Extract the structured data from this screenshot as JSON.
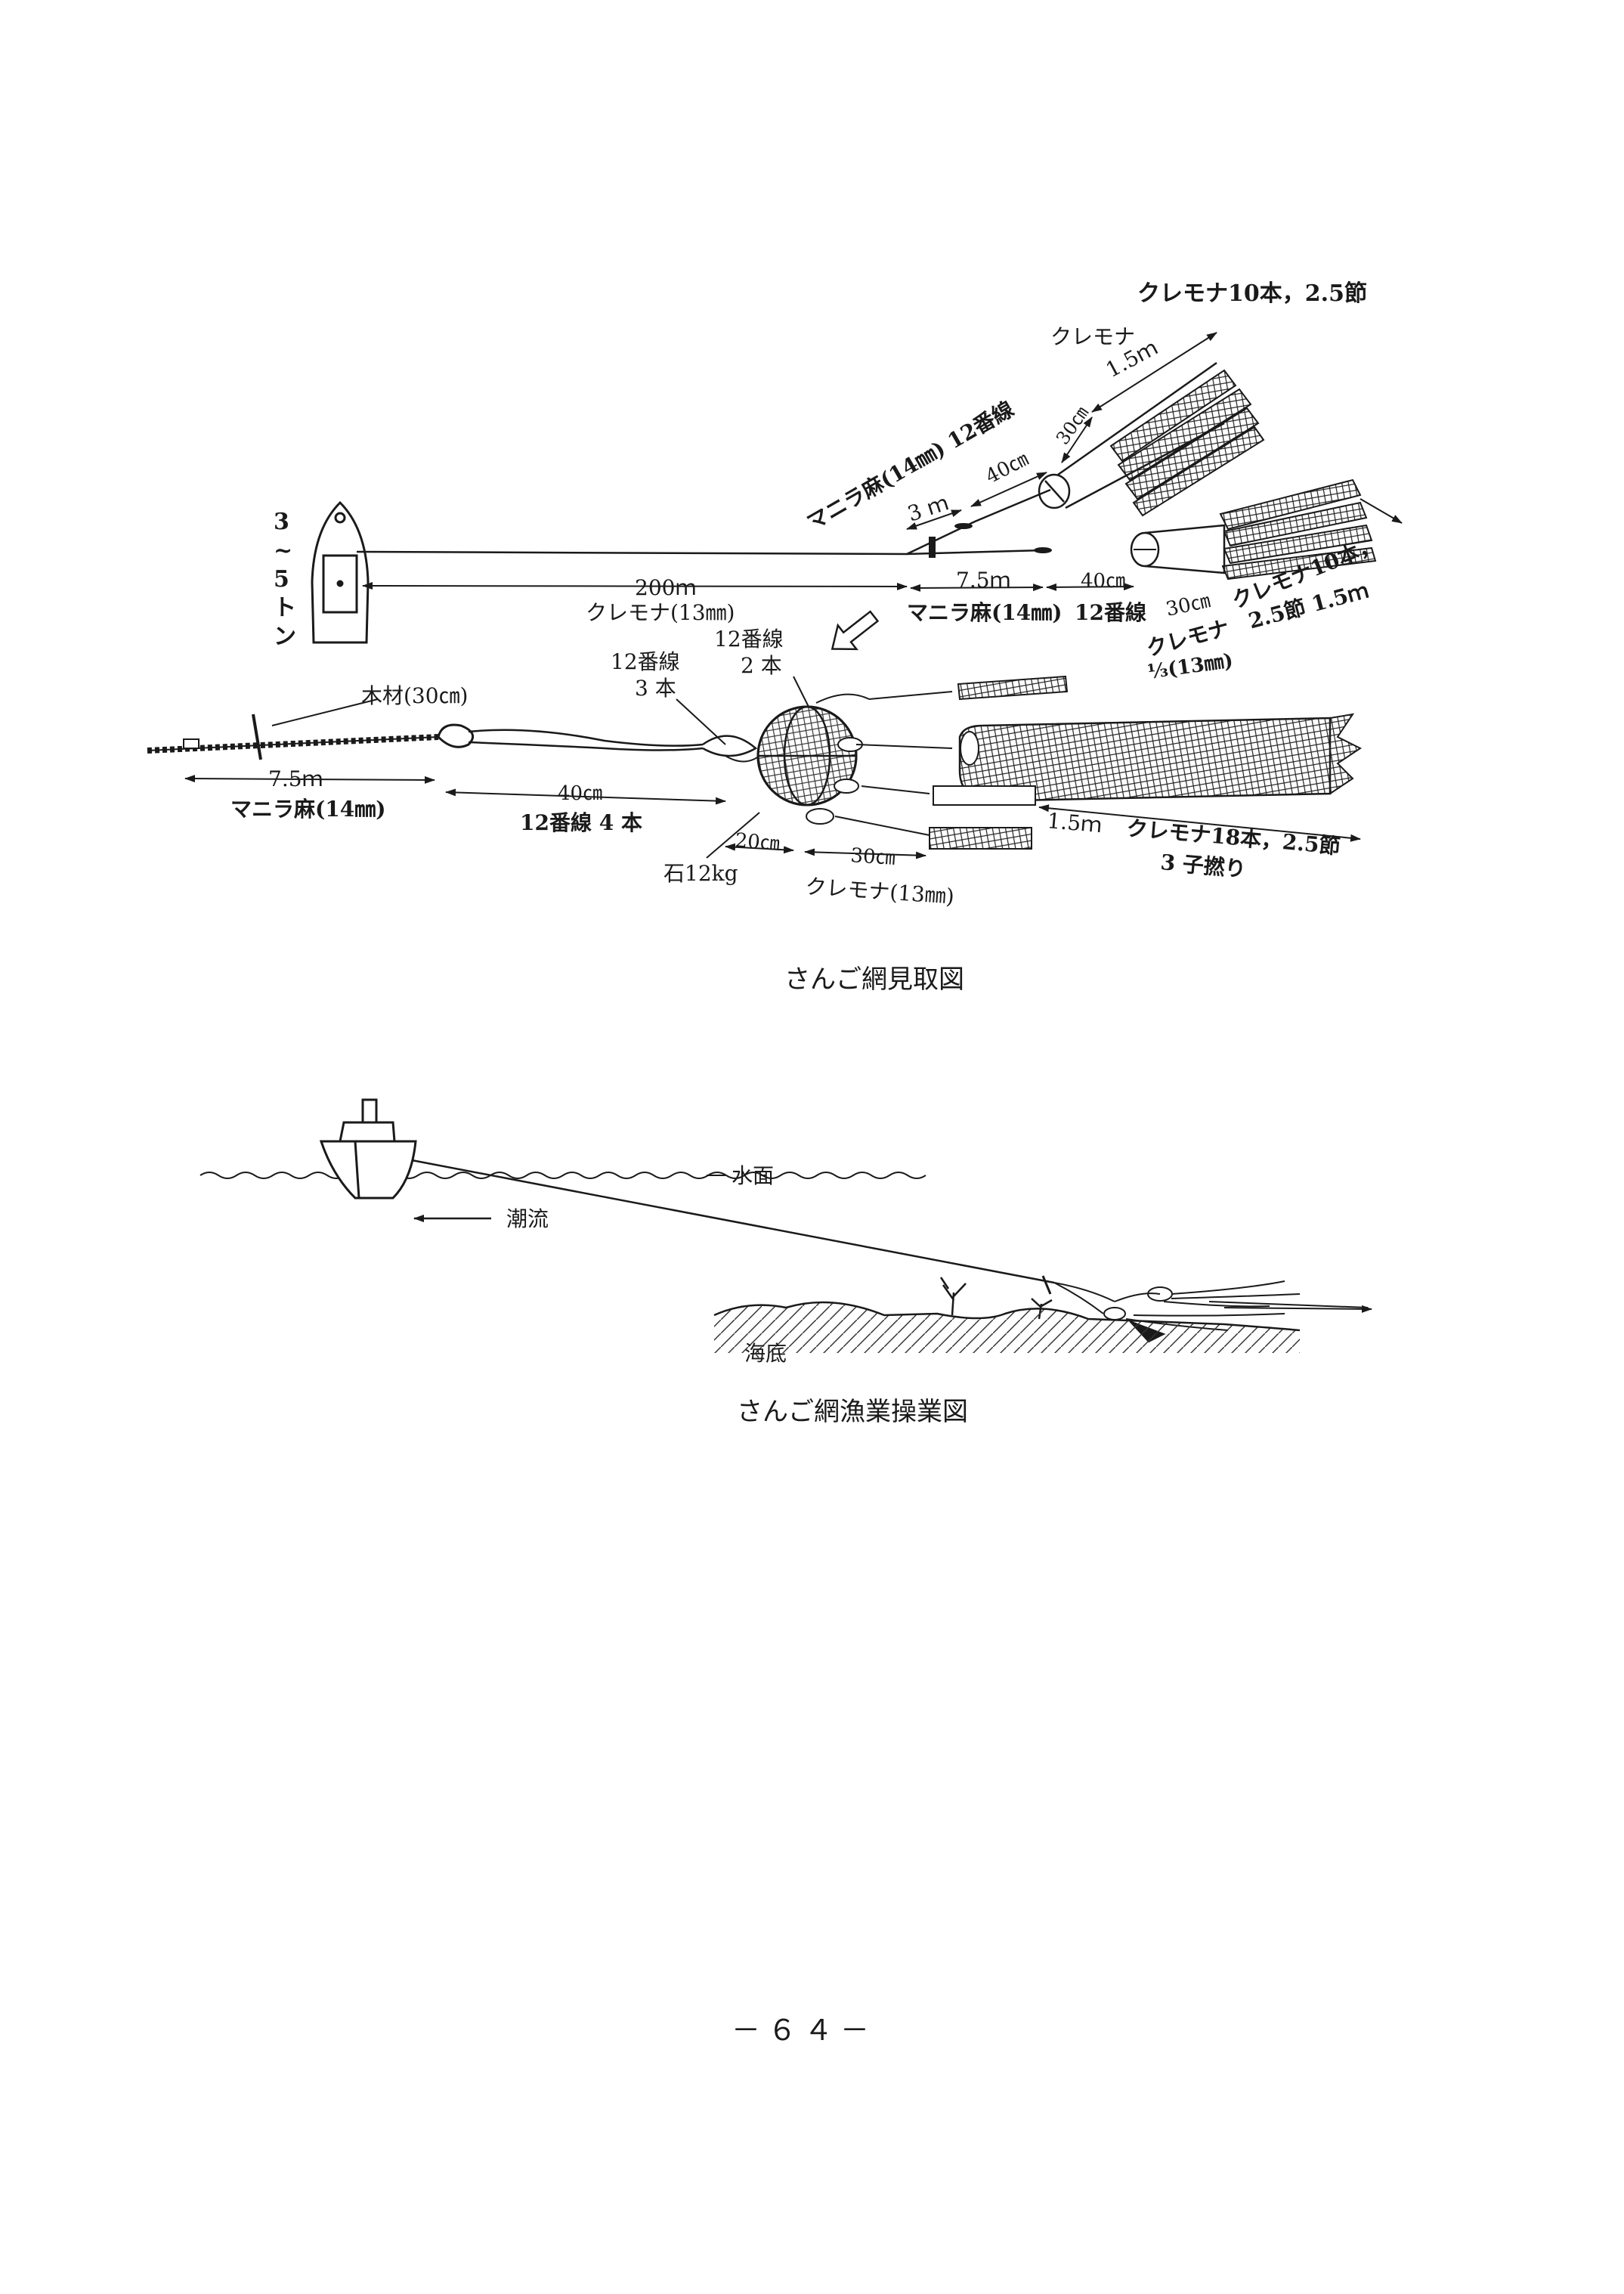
{
  "figure1": {
    "caption": "さんご網見取図",
    "boat_tonnage": [
      "3",
      "~",
      "5",
      "ト",
      "ン"
    ],
    "labels": {
      "kuremona_10_25setsu_top": "クレモナ10本，2.5節",
      "kuremona_top": "クレモナ",
      "len_1_5m_top": "1.5ｍ",
      "len_30cm_top": "30㎝",
      "manila_12ban_top": "マニラ麻(14㎜) 12番線",
      "len_40cm_top": "40㎝",
      "len_3m": "3 ｍ",
      "len_200m": "200ｍ",
      "kuremona_13mm_upper": "クレモナ(13㎜)",
      "len_7_5m_upper": "7.5ｍ",
      "len_40cm_upper": "40㎝",
      "manila_14mm_upper": "マニラ麻(14㎜)",
      "ban12_upper": "12番線",
      "len_30cm_right": "30㎝",
      "kuremona_10_right": "クレモナ10本，",
      "kuremona_25_15m": "クレモナ　2.5節 1.5ｍ",
      "kuremona_third_13mm": "⅓(13㎜)",
      "ban12_2hon_a": "12番線",
      "ban12_2hon_b": "2 本",
      "ban12_3hon_a": "12番線",
      "ban12_3hon_b": "3 本",
      "mokuzai_30cm": "木材(30㎝)",
      "len_7_5m_lower": "7.5ｍ",
      "manila_14mm_lower": "マニラ麻(14㎜)",
      "len_40cm_lower": "40㎝",
      "ban12_4hon": "12番線 4 本",
      "len_20cm": "20㎝",
      "len_30cm_lower": "30㎝",
      "stone_12kg": "石12kg",
      "kuremona_13mm_lower": "クレモナ(13㎜)",
      "len_1_5m_lower": "1.5ｍ",
      "kuremona_18_25setsu": "クレモナ18本，2.5節",
      "sanko_yori": "3 子撚り"
    }
  },
  "figure2": {
    "caption": "さんご網漁業操業図",
    "labels": {
      "water_surface": "水面",
      "current": "潮流",
      "seabed": "海底"
    }
  },
  "page_number": "－６４－"
}
